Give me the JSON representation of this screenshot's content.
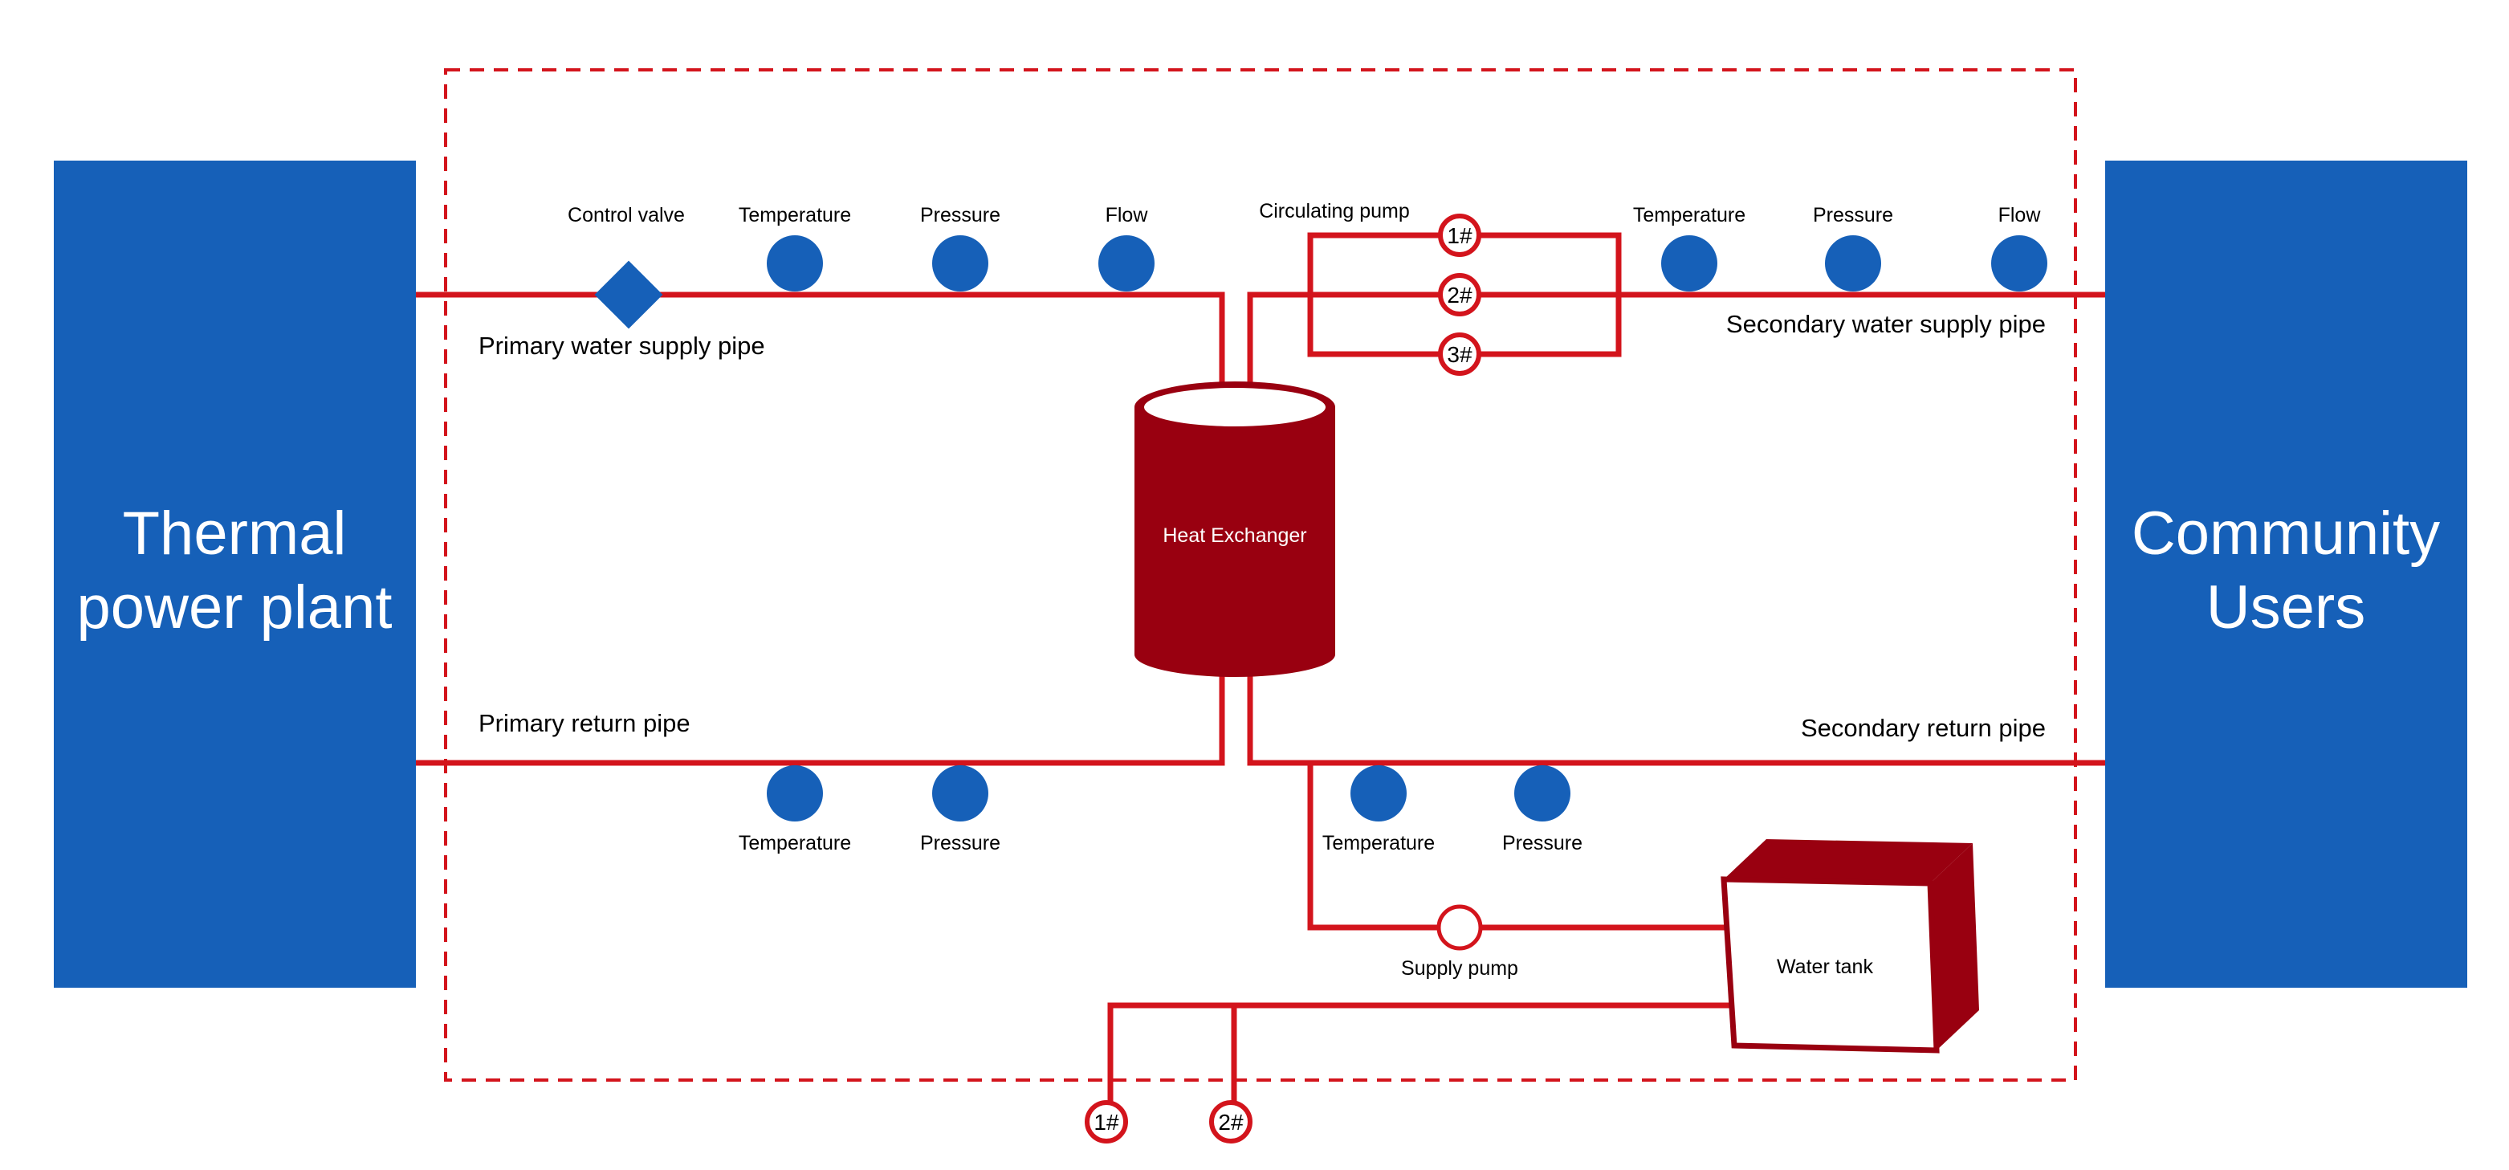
{
  "colors": {
    "pipe": "#d3141c",
    "blue_block": "#1660b8",
    "sensor": "#1660b8",
    "dark_red": "#990010",
    "boundary": "#d3141c"
  },
  "left_block": {
    "line1": "Thermal",
    "line2": "power plant"
  },
  "right_block": {
    "line1": "Community",
    "line2": "Users"
  },
  "heat_exchanger": {
    "label": "Heat Exchanger"
  },
  "water_tank": {
    "label": "Water tank"
  },
  "pipes": {
    "primary_supply": "Primary water supply pipe",
    "primary_return": "Primary return pipe",
    "secondary_supply": "Secondary water supply pipe",
    "secondary_return": "Secondary return pipe"
  },
  "primary_supply_instruments": {
    "control_valve": "Control valve",
    "temperature": "Temperature",
    "pressure": "Pressure",
    "flow": "Flow"
  },
  "secondary_supply_instruments": {
    "temperature": "Temperature",
    "pressure": "Pressure",
    "flow": "Flow"
  },
  "primary_return_instruments": {
    "temperature": "Temperature",
    "pressure": "Pressure"
  },
  "secondary_return_instruments": {
    "temperature": "Temperature",
    "pressure": "Pressure"
  },
  "circulating_pump": {
    "label": "Circulating pump",
    "pumps": [
      "1#",
      "2#",
      "3#"
    ]
  },
  "supply_pump": {
    "label": "Supply pump"
  },
  "makeup_outlets": [
    "1#",
    "2#"
  ]
}
